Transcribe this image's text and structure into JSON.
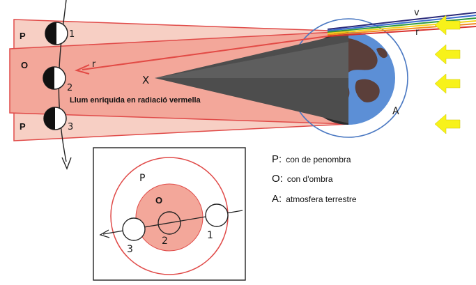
{
  "diagram": {
    "labels": {
      "p_top": "P",
      "o_mid": "O",
      "p_bottom": "P",
      "moon1": "1",
      "moon2": "2",
      "moon3": "3",
      "x": "X",
      "r_arrow": "r",
      "caption": "Llum enriquida en radiació vermella",
      "atmosphere": "A",
      "ray_v": "v",
      "ray_r": "r"
    },
    "inset": {
      "p": "P",
      "o": "O",
      "moon1": "1",
      "moon2": "2",
      "moon3": "3"
    }
  },
  "legend": [
    {
      "key": "P:",
      "text": "con de penombra"
    },
    {
      "key": "O:",
      "text": "con d'ombra"
    },
    {
      "key": "A:",
      "text": "atmosfera terrestre"
    }
  ],
  "colors": {
    "penumbra": "#f7cfc4",
    "umbra": "#f3a79a",
    "red_line": "#e24a45",
    "earth_ocean": "#5c8fd6",
    "earth_land": "#5b3f3a",
    "shadow_cone": "#555555",
    "sun_arrows": "#f7f21a"
  }
}
